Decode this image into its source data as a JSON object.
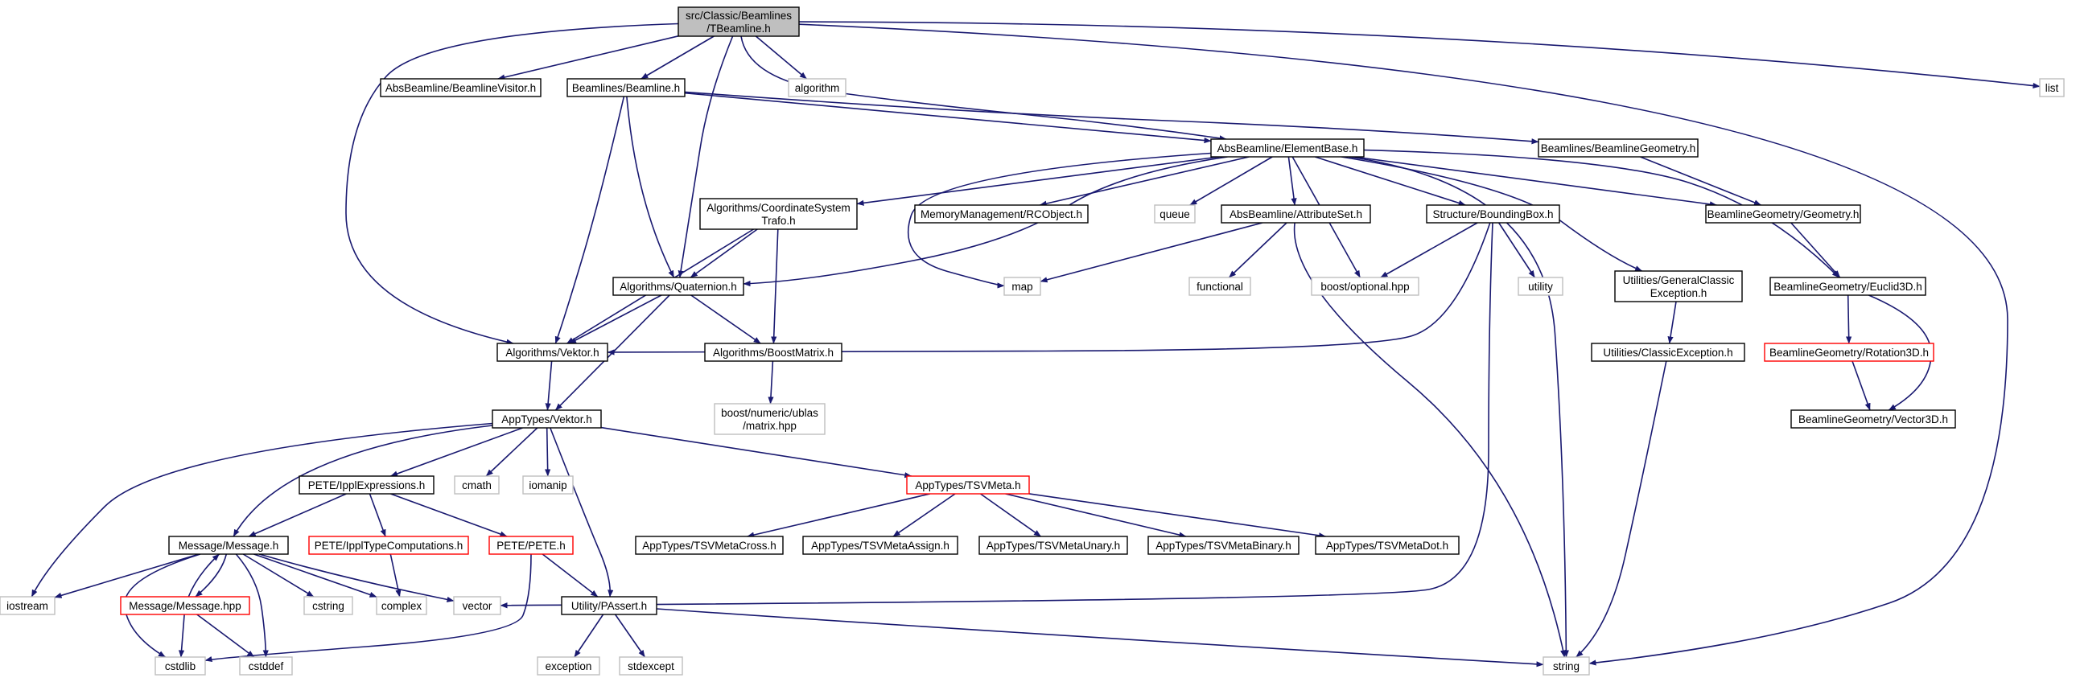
{
  "colors": {
    "edge": "#191970",
    "node_border": "#000000",
    "node_fill": "#ffffff",
    "root_fill": "#bfbfbf",
    "system_border": "#bfbfbf",
    "truncated_border": "#ff0000",
    "text": "#000000"
  },
  "nodes": [
    {
      "id": "root",
      "lines": [
        "src/Classic/Beamlines",
        "/TBeamline.h"
      ],
      "kind": "root"
    },
    {
      "id": "absbeamline_visitor",
      "lines": [
        "AbsBeamline/BeamlineVisitor.h"
      ],
      "kind": "normal"
    },
    {
      "id": "beamlines_beamline",
      "lines": [
        "Beamlines/Beamline.h"
      ],
      "kind": "normal"
    },
    {
      "id": "algorithm",
      "lines": [
        "algorithm"
      ],
      "kind": "system"
    },
    {
      "id": "list",
      "lines": [
        "list"
      ],
      "kind": "system"
    },
    {
      "id": "element_base",
      "lines": [
        "AbsBeamline/ElementBase.h"
      ],
      "kind": "normal"
    },
    {
      "id": "beamline_geometry_h",
      "lines": [
        "Beamlines/BeamlineGeometry.h"
      ],
      "kind": "normal"
    },
    {
      "id": "coord_trafo",
      "lines": [
        "Algorithms/CoordinateSystem",
        "Trafo.h"
      ],
      "kind": "normal"
    },
    {
      "id": "rcobject",
      "lines": [
        "MemoryManagement/RCObject.h"
      ],
      "kind": "normal"
    },
    {
      "id": "queue",
      "lines": [
        "queue"
      ],
      "kind": "system"
    },
    {
      "id": "attribute_set",
      "lines": [
        "AbsBeamline/AttributeSet.h"
      ],
      "kind": "normal"
    },
    {
      "id": "bounding_box",
      "lines": [
        "Structure/BoundingBox.h"
      ],
      "kind": "normal"
    },
    {
      "id": "geometry_h",
      "lines": [
        "BeamlineGeometry/Geometry.h"
      ],
      "kind": "normal"
    },
    {
      "id": "quaternion",
      "lines": [
        "Algorithms/Quaternion.h"
      ],
      "kind": "normal"
    },
    {
      "id": "map",
      "lines": [
        "map"
      ],
      "kind": "system"
    },
    {
      "id": "functional",
      "lines": [
        "functional"
      ],
      "kind": "system"
    },
    {
      "id": "boost_optional",
      "lines": [
        "boost/optional.hpp"
      ],
      "kind": "system"
    },
    {
      "id": "utility",
      "lines": [
        "utility"
      ],
      "kind": "system"
    },
    {
      "id": "general_classic_exc",
      "lines": [
        "Utilities/GeneralClassic",
        "Exception.h"
      ],
      "kind": "normal"
    },
    {
      "id": "euclid3d",
      "lines": [
        "BeamlineGeometry/Euclid3D.h"
      ],
      "kind": "normal"
    },
    {
      "id": "alg_vektor",
      "lines": [
        "Algorithms/Vektor.h"
      ],
      "kind": "normal"
    },
    {
      "id": "boost_matrix",
      "lines": [
        "Algorithms/BoostMatrix.h"
      ],
      "kind": "normal"
    },
    {
      "id": "classic_exc",
      "lines": [
        "Utilities/ClassicException.h"
      ],
      "kind": "normal"
    },
    {
      "id": "rotation3d",
      "lines": [
        "BeamlineGeometry/Rotation3D.h"
      ],
      "kind": "truncated"
    },
    {
      "id": "ublas_matrix",
      "lines": [
        "boost/numeric/ublas",
        "/matrix.hpp"
      ],
      "kind": "system"
    },
    {
      "id": "vector3d",
      "lines": [
        "BeamlineGeometry/Vector3D.h"
      ],
      "kind": "normal"
    },
    {
      "id": "apptypes_vektor",
      "lines": [
        "AppTypes/Vektor.h"
      ],
      "kind": "normal"
    },
    {
      "id": "ippl_expressions",
      "lines": [
        "PETE/IpplExpressions.h"
      ],
      "kind": "normal"
    },
    {
      "id": "cmath",
      "lines": [
        "cmath"
      ],
      "kind": "system"
    },
    {
      "id": "iomanip",
      "lines": [
        "iomanip"
      ],
      "kind": "system"
    },
    {
      "id": "tsvmeta",
      "lines": [
        "AppTypes/TSVMeta.h"
      ],
      "kind": "truncated"
    },
    {
      "id": "message_h",
      "lines": [
        "Message/Message.h"
      ],
      "kind": "normal"
    },
    {
      "id": "ippl_type_comp",
      "lines": [
        "PETE/IpplTypeComputations.h"
      ],
      "kind": "truncated"
    },
    {
      "id": "pete_h",
      "lines": [
        "PETE/PETE.h"
      ],
      "kind": "truncated"
    },
    {
      "id": "tsv_cross",
      "lines": [
        "AppTypes/TSVMetaCross.h"
      ],
      "kind": "normal"
    },
    {
      "id": "tsv_assign",
      "lines": [
        "AppTypes/TSVMetaAssign.h"
      ],
      "kind": "normal"
    },
    {
      "id": "tsv_unary",
      "lines": [
        "AppTypes/TSVMetaUnary.h"
      ],
      "kind": "normal"
    },
    {
      "id": "tsv_binary",
      "lines": [
        "AppTypes/TSVMetaBinary.h"
      ],
      "kind": "normal"
    },
    {
      "id": "tsv_dot",
      "lines": [
        "AppTypes/TSVMetaDot.h"
      ],
      "kind": "normal"
    },
    {
      "id": "iostream",
      "lines": [
        "iostream"
      ],
      "kind": "system"
    },
    {
      "id": "message_hpp",
      "lines": [
        "Message/Message.hpp"
      ],
      "kind": "truncated"
    },
    {
      "id": "cstring",
      "lines": [
        "cstring"
      ],
      "kind": "system"
    },
    {
      "id": "complex",
      "lines": [
        "complex"
      ],
      "kind": "system"
    },
    {
      "id": "vector",
      "lines": [
        "vector"
      ],
      "kind": "system"
    },
    {
      "id": "passert",
      "lines": [
        "Utility/PAssert.h"
      ],
      "kind": "normal"
    },
    {
      "id": "string",
      "lines": [
        "string"
      ],
      "kind": "system"
    },
    {
      "id": "cstdlib",
      "lines": [
        "cstdlib"
      ],
      "kind": "system"
    },
    {
      "id": "cstddef",
      "lines": [
        "cstddef"
      ],
      "kind": "system"
    },
    {
      "id": "exception",
      "lines": [
        "exception"
      ],
      "kind": "system"
    },
    {
      "id": "stdexcept",
      "lines": [
        "stdexcept"
      ],
      "kind": "system"
    }
  ],
  "edges": [
    [
      "root",
      "absbeamline_visitor"
    ],
    [
      "root",
      "beamlines_beamline"
    ],
    [
      "root",
      "algorithm"
    ],
    [
      "root",
      "list"
    ],
    [
      "root",
      "string"
    ],
    [
      "root",
      "alg_vektor"
    ],
    [
      "root",
      "quaternion"
    ],
    [
      "root",
      "element_base"
    ],
    [
      "beamlines_beamline",
      "element_base"
    ],
    [
      "beamlines_beamline",
      "beamline_geometry_h"
    ],
    [
      "beamlines_beamline",
      "alg_vektor"
    ],
    [
      "beamlines_beamline",
      "quaternion"
    ],
    [
      "element_base",
      "coord_trafo"
    ],
    [
      "element_base",
      "rcobject"
    ],
    [
      "element_base",
      "queue"
    ],
    [
      "element_base",
      "attribute_set"
    ],
    [
      "element_base",
      "bounding_box"
    ],
    [
      "element_base",
      "geometry_h"
    ],
    [
      "element_base",
      "map"
    ],
    [
      "element_base",
      "boost_optional"
    ],
    [
      "element_base",
      "general_classic_exc"
    ],
    [
      "element_base",
      "euclid3d"
    ],
    [
      "element_base",
      "string"
    ],
    [
      "element_base",
      "quaternion"
    ],
    [
      "beamline_geometry_h",
      "geometry_h"
    ],
    [
      "geometry_h",
      "euclid3d"
    ],
    [
      "coord_trafo",
      "quaternion"
    ],
    [
      "coord_trafo",
      "alg_vektor"
    ],
    [
      "coord_trafo",
      "boost_matrix"
    ],
    [
      "attribute_set",
      "map"
    ],
    [
      "attribute_set",
      "functional"
    ],
    [
      "attribute_set",
      "string"
    ],
    [
      "bounding_box",
      "boost_optional"
    ],
    [
      "bounding_box",
      "utility"
    ],
    [
      "bounding_box",
      "alg_vektor"
    ],
    [
      "bounding_box",
      "vector"
    ],
    [
      "quaternion",
      "alg_vektor"
    ],
    [
      "quaternion",
      "boost_matrix"
    ],
    [
      "quaternion",
      "apptypes_vektor"
    ],
    [
      "general_classic_exc",
      "classic_exc"
    ],
    [
      "classic_exc",
      "string"
    ],
    [
      "euclid3d",
      "rotation3d"
    ],
    [
      "euclid3d",
      "vector3d"
    ],
    [
      "rotation3d",
      "vector3d"
    ],
    [
      "alg_vektor",
      "apptypes_vektor"
    ],
    [
      "boost_matrix",
      "ublas_matrix"
    ],
    [
      "apptypes_vektor",
      "ippl_expressions"
    ],
    [
      "apptypes_vektor",
      "cmath"
    ],
    [
      "apptypes_vektor",
      "iomanip"
    ],
    [
      "apptypes_vektor",
      "tsvmeta"
    ],
    [
      "apptypes_vektor",
      "message_h"
    ],
    [
      "apptypes_vektor",
      "iostream"
    ],
    [
      "apptypes_vektor",
      "passert"
    ],
    [
      "ippl_expressions",
      "message_h"
    ],
    [
      "ippl_expressions",
      "ippl_type_comp"
    ],
    [
      "ippl_expressions",
      "pete_h"
    ],
    [
      "tsvmeta",
      "tsv_cross"
    ],
    [
      "tsvmeta",
      "tsv_assign"
    ],
    [
      "tsvmeta",
      "tsv_unary"
    ],
    [
      "tsvmeta",
      "tsv_binary"
    ],
    [
      "tsvmeta",
      "tsv_dot"
    ],
    [
      "message_h",
      "iostream"
    ],
    [
      "message_h",
      "message_hpp"
    ],
    [
      "message_h",
      "cstring"
    ],
    [
      "message_h",
      "complex"
    ],
    [
      "message_h",
      "vector"
    ],
    [
      "message_h",
      "cstdlib"
    ],
    [
      "message_h",
      "cstddef"
    ],
    [
      "message_hpp",
      "message_h"
    ],
    [
      "message_hpp",
      "cstdlib"
    ],
    [
      "message_hpp",
      "cstddef"
    ],
    [
      "ippl_type_comp",
      "complex"
    ],
    [
      "pete_h",
      "passert"
    ],
    [
      "pete_h",
      "cstdlib"
    ],
    [
      "passert",
      "exception"
    ],
    [
      "passert",
      "stdexcept"
    ],
    [
      "passert",
      "string"
    ]
  ]
}
